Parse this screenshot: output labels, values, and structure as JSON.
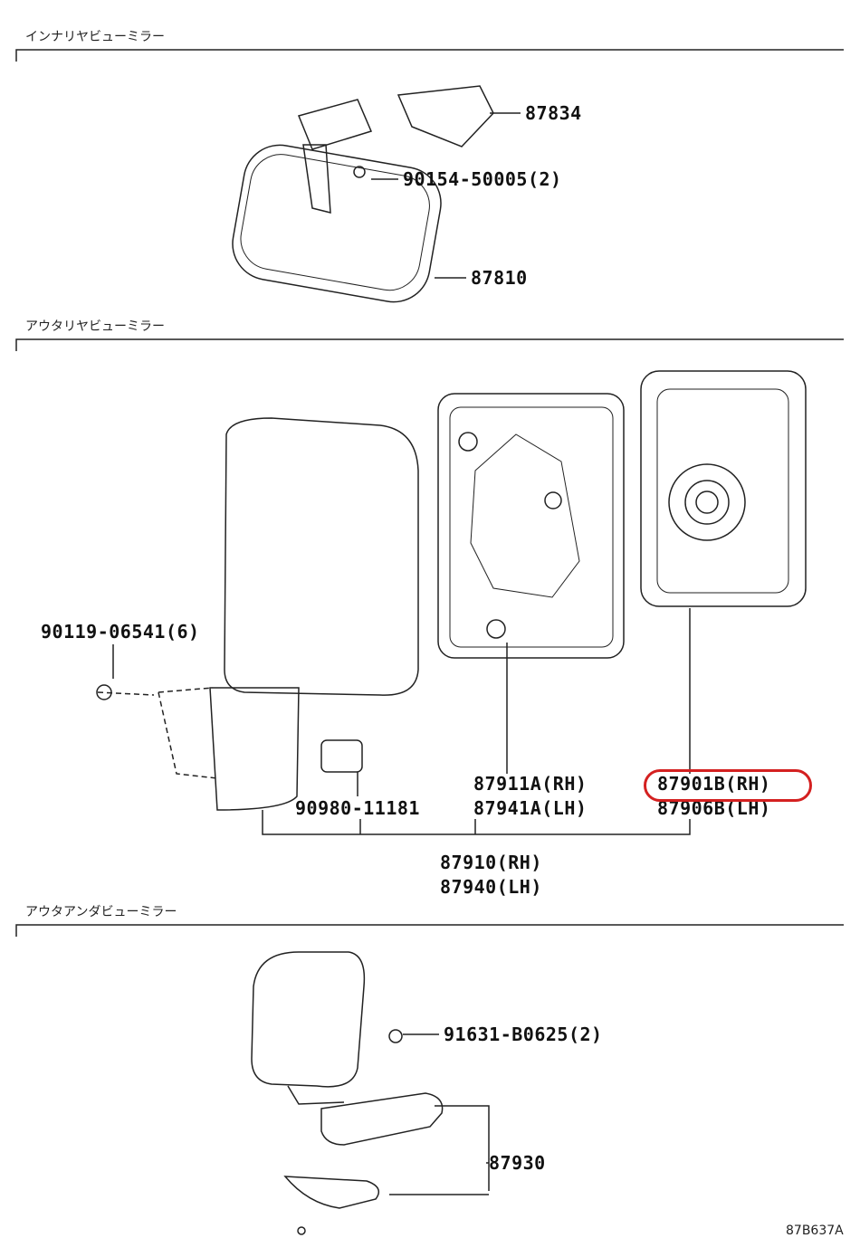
{
  "sections": [
    {
      "title": "インナリヤビューミラー"
    },
    {
      "title": "アウタリヤビューミラー"
    },
    {
      "title": "アウタアンダビューミラー"
    }
  ],
  "parts": {
    "p87834": "87834",
    "p90154": "90154-50005(2)",
    "p87810": "87810",
    "p90119": "90119-06541(6)",
    "p90980": "90980-11181",
    "p87911A": "87911A(RH)",
    "p87941A": "87941A(LH)",
    "p87901B": "87901B(RH)",
    "p87906B": "87906B(LH)",
    "p87910": "87910(RH)",
    "p87940": "87940(LH)",
    "p91631": "91631-B0625(2)",
    "p87930": "87930"
  },
  "diagram_code": "87B637A",
  "highlight_color": "#d42020"
}
